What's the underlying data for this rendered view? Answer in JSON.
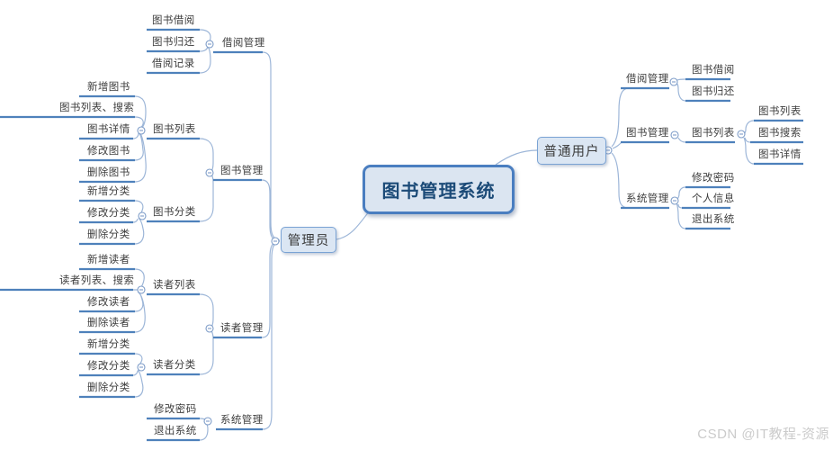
{
  "root": {
    "label": "图书管理系统"
  },
  "watermark": "CSDN @IT教程-资源",
  "colors": {
    "background": "#ffffff",
    "branch_underline": "#4e81bb",
    "thin_connector": "#9db6d8",
    "node_fill": "#dbe6f3",
    "node_border": "#7aa3d4",
    "root_border": "#4a7ec0",
    "root_text": "#1c4b78",
    "label_text": "#3e3e3e",
    "watermark_text": "#cbcbcb"
  },
  "tree": {
    "admin": {
      "label": "管理员",
      "branches": [
        {
          "label": "借阅管理",
          "children": [
            {
              "label": "图书借阅"
            },
            {
              "label": "图书归还"
            },
            {
              "label": "借阅记录"
            }
          ]
        },
        {
          "label": "图书管理",
          "children": [
            {
              "label": "图书列表",
              "children": [
                {
                  "label": "新增图书"
                },
                {
                  "label": "图书列表、搜索"
                },
                {
                  "label": "图书详情"
                },
                {
                  "label": "修改图书"
                },
                {
                  "label": "删除图书"
                }
              ]
            },
            {
              "label": "图书分类",
              "children": [
                {
                  "label": "新增分类"
                },
                {
                  "label": "修改分类"
                },
                {
                  "label": "删除分类"
                }
              ]
            }
          ]
        },
        {
          "label": "读者管理",
          "children": [
            {
              "label": "读者列表",
              "children": [
                {
                  "label": "新增读者"
                },
                {
                  "label": "读者列表、搜索"
                },
                {
                  "label": "修改读者"
                },
                {
                  "label": "删除读者"
                }
              ]
            },
            {
              "label": "读者分类",
              "children": [
                {
                  "label": "新增分类"
                },
                {
                  "label": "修改分类"
                },
                {
                  "label": "删除分类"
                }
              ]
            }
          ]
        },
        {
          "label": "系统管理",
          "children": [
            {
              "label": "修改密码"
            },
            {
              "label": "退出系统"
            }
          ]
        }
      ]
    },
    "user": {
      "label": "普通用户",
      "branches": [
        {
          "label": "借阅管理",
          "children": [
            {
              "label": "图书借阅"
            },
            {
              "label": "图书归还"
            }
          ]
        },
        {
          "label": "图书管理",
          "children": [
            {
              "label": "图书列表",
              "children": [
                {
                  "label": "图书列表"
                },
                {
                  "label": "图书搜索"
                },
                {
                  "label": "图书详情"
                }
              ]
            }
          ]
        },
        {
          "label": "系统管理",
          "children": [
            {
              "label": "修改密码"
            },
            {
              "label": "个人信息"
            },
            {
              "label": "退出系统"
            }
          ]
        }
      ]
    }
  }
}
